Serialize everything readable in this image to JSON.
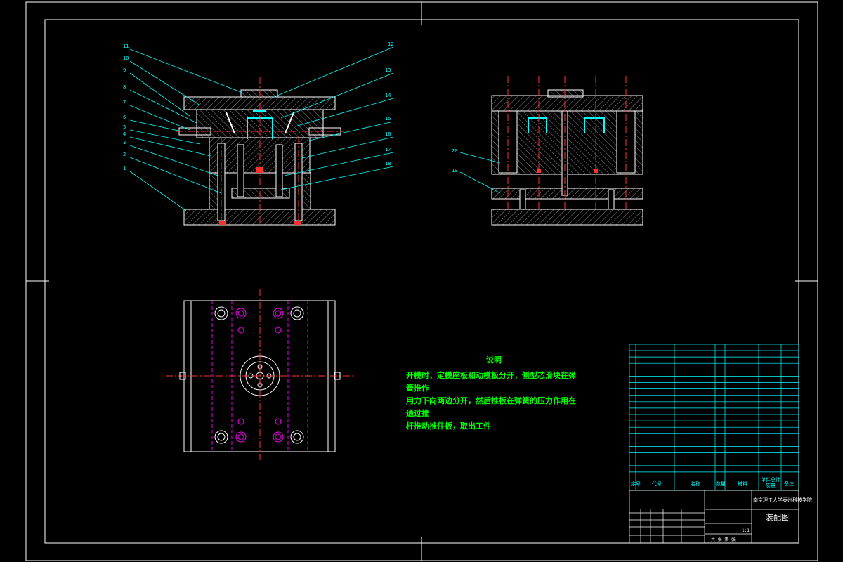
{
  "drawing": {
    "notes_title": "说明",
    "notes_lines": [
      "开模时，定模座板和动模板分开，侧型芯滑块在弹簧推作",
      "用力下向两边分开，然后推板在弹簧的压力作用在通过推",
      "杆推动推件板，取出工件"
    ],
    "part_labels": [
      "11",
      "10",
      "9",
      "8",
      "7",
      "6",
      "5",
      "4",
      "3",
      "2",
      "1"
    ],
    "part_labels_right": [
      "12",
      "13",
      "14",
      "15",
      "16",
      "17",
      "18"
    ],
    "side_labels": [
      "20",
      "19"
    ],
    "title_block": {
      "school": "南京理工大学泰州科技学院",
      "drawing_name": "装配图",
      "scale": "1:1",
      "header_cols": [
        "序号",
        "代号",
        "名称",
        "数量",
        "材料",
        "单件",
        "总计",
        "备注"
      ],
      "weight_label": "质量",
      "bottom_row": "共 张 第 张"
    },
    "colors": {
      "frame": "#ffffff",
      "outline": "#ffffff",
      "hatch": "#c8c8c8",
      "leader": "#00ffff",
      "center": "#ff3030",
      "hidden": "#ff00ff",
      "text": "#00ff00",
      "table": "#00ffff"
    }
  }
}
